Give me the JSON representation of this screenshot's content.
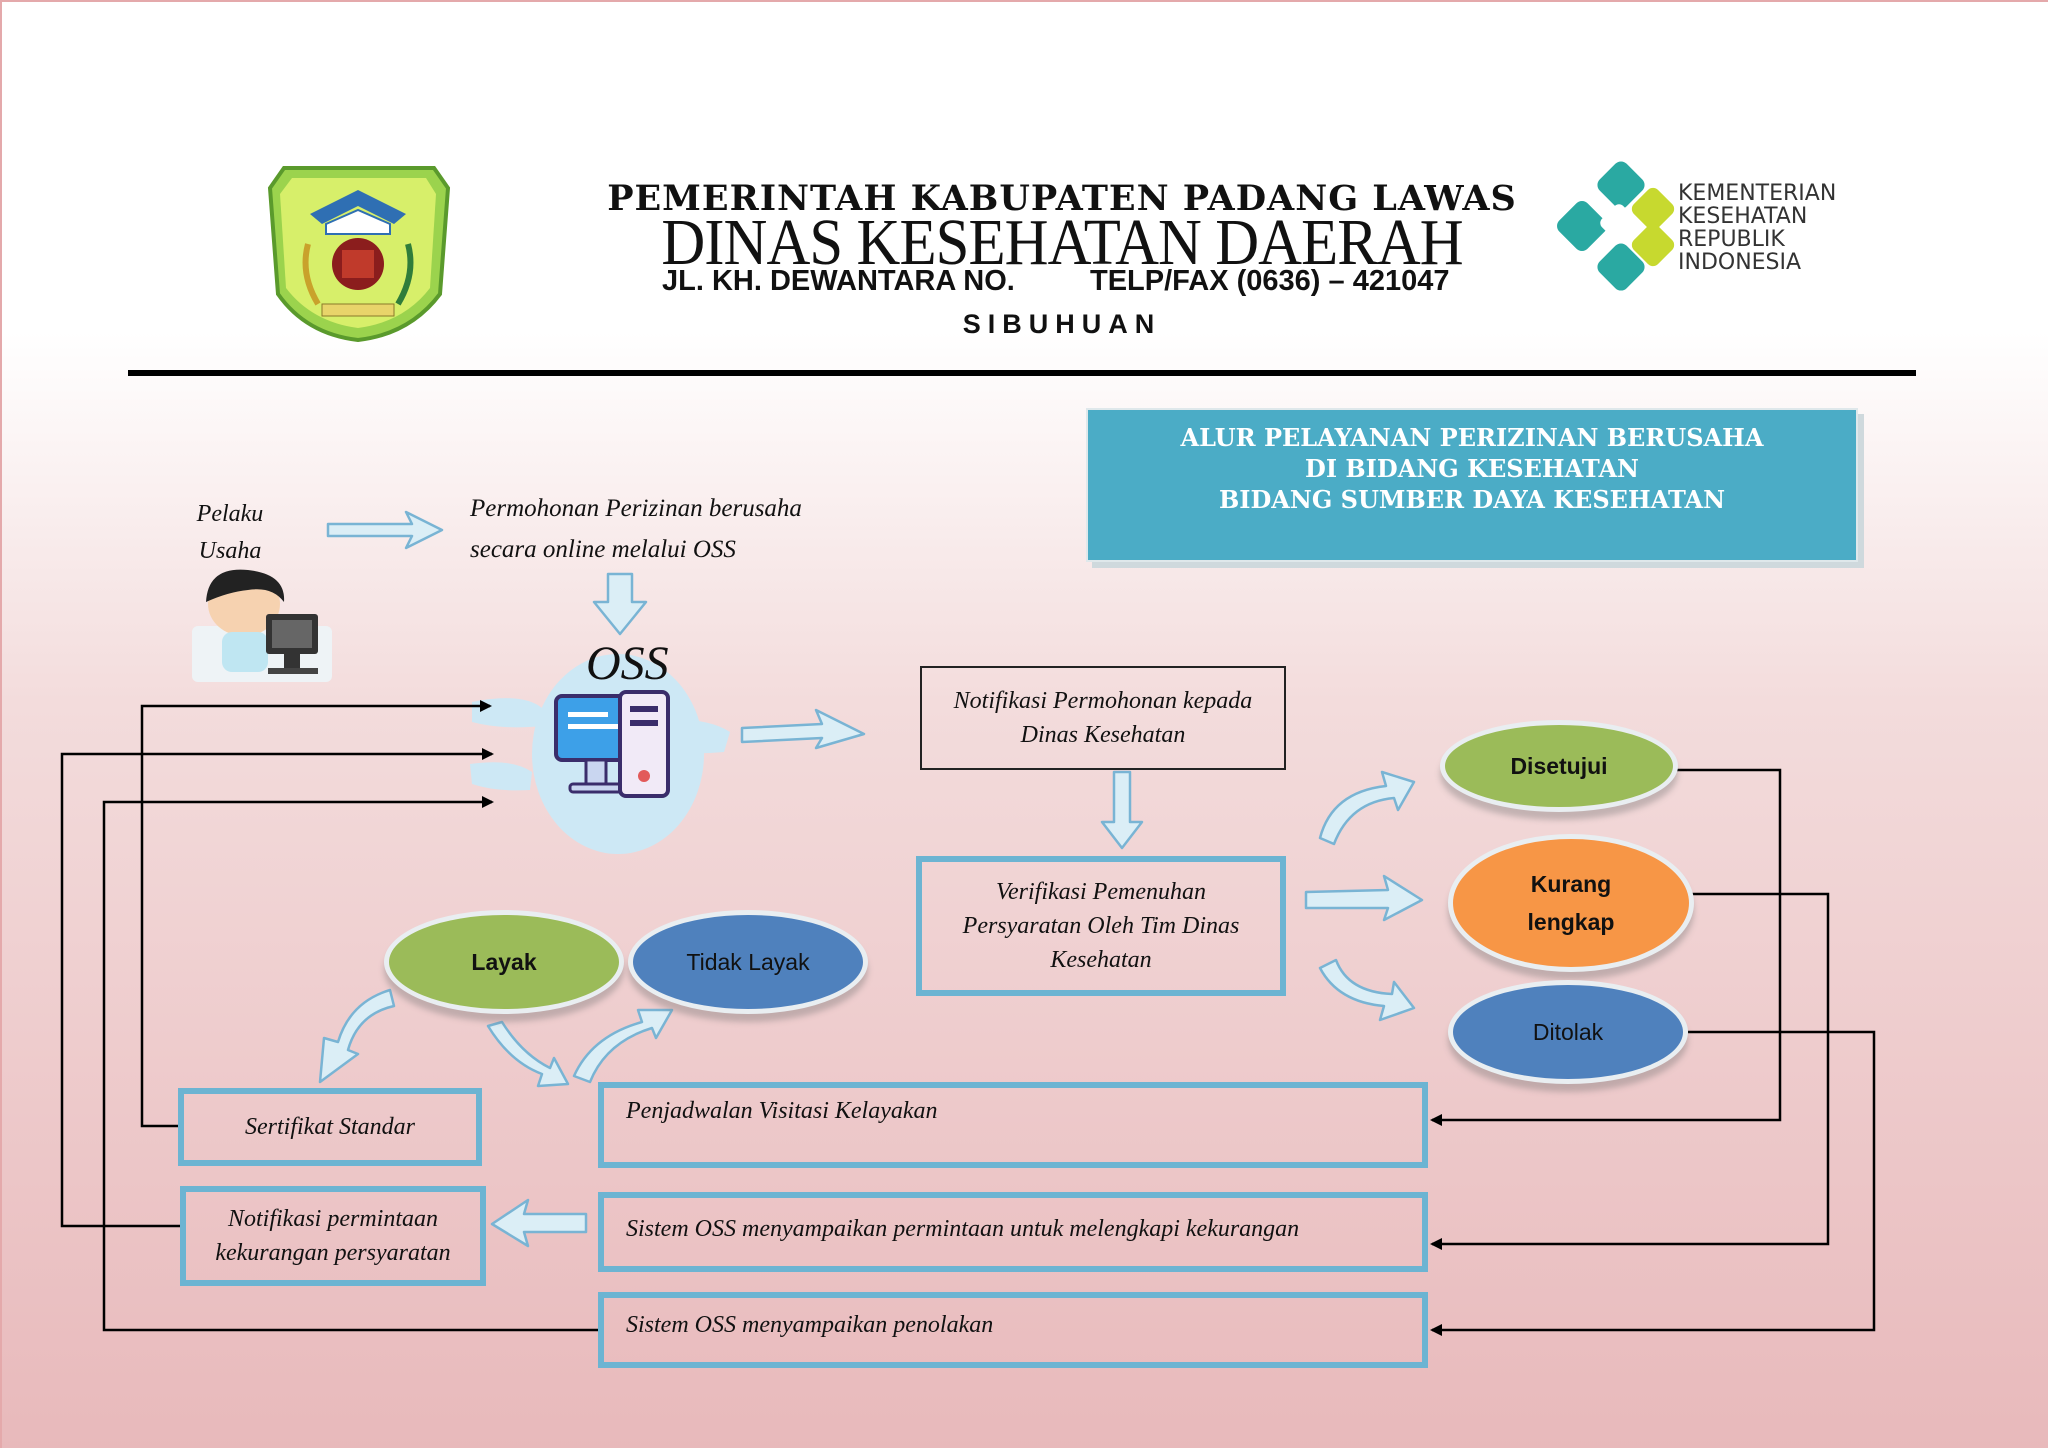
{
  "header": {
    "government": "PEMERINTAH KABUPATEN PADANG LAWAS",
    "department": "DINAS KESEHATAN DAERAH",
    "address": "JL. KH. DEWANTARA NO.",
    "phone": "TELP/FAX (0636) – 421047",
    "city": "SIBUHUAN",
    "ministry_logo_text": "KEMENTERIAN KESEHATAN REPUBLIK INDONESIA"
  },
  "title": {
    "line1": "ALUR PELAYANAN PERIZINAN BERUSAHA",
    "line2": "DI BIDANG KESEHATAN",
    "line3": "BIDANG SUMBER DAYA KESEHATAN"
  },
  "nodes": {
    "actor_line1": "Pelaku",
    "actor_line2": "Usaha",
    "application_line1": "Permohonan Perizinan berusaha",
    "application_line2": "secara online melalui OSS",
    "oss": "OSS",
    "notification": "Notifikasi Permohonan kepada Dinas Kesehatan",
    "verification": "Verifikasi Pemenuhan Persyaratan Oleh Tim Dinas Kesehatan",
    "approved": "Disetujui",
    "incomplete_line1": "Kurang",
    "incomplete_line2": "lengkap",
    "rejected": "Ditolak",
    "eligible": "Layak",
    "not_eligible": "Tidak Layak",
    "certificate": "Sertifikat Standar",
    "deficiency_notice": "Notifikasi permintaan kekurangan persyaratan",
    "visit_schedule": "Penjadwalan Visitasi Kelayakan",
    "oss_request": "Sistem OSS menyampaikan permintaan untuk melengkapi kekurangan",
    "oss_rejection": "Sistem OSS menyampaikan penolakan"
  },
  "colors": {
    "title_bg": "#4bacc6",
    "box_border": "#6cb4d2",
    "green": "#9bbb59",
    "blue": "#4f81bd",
    "orange": "#f79646",
    "arrow_fill": "#dbeef6",
    "arrow_stroke": "#79b4d4"
  }
}
